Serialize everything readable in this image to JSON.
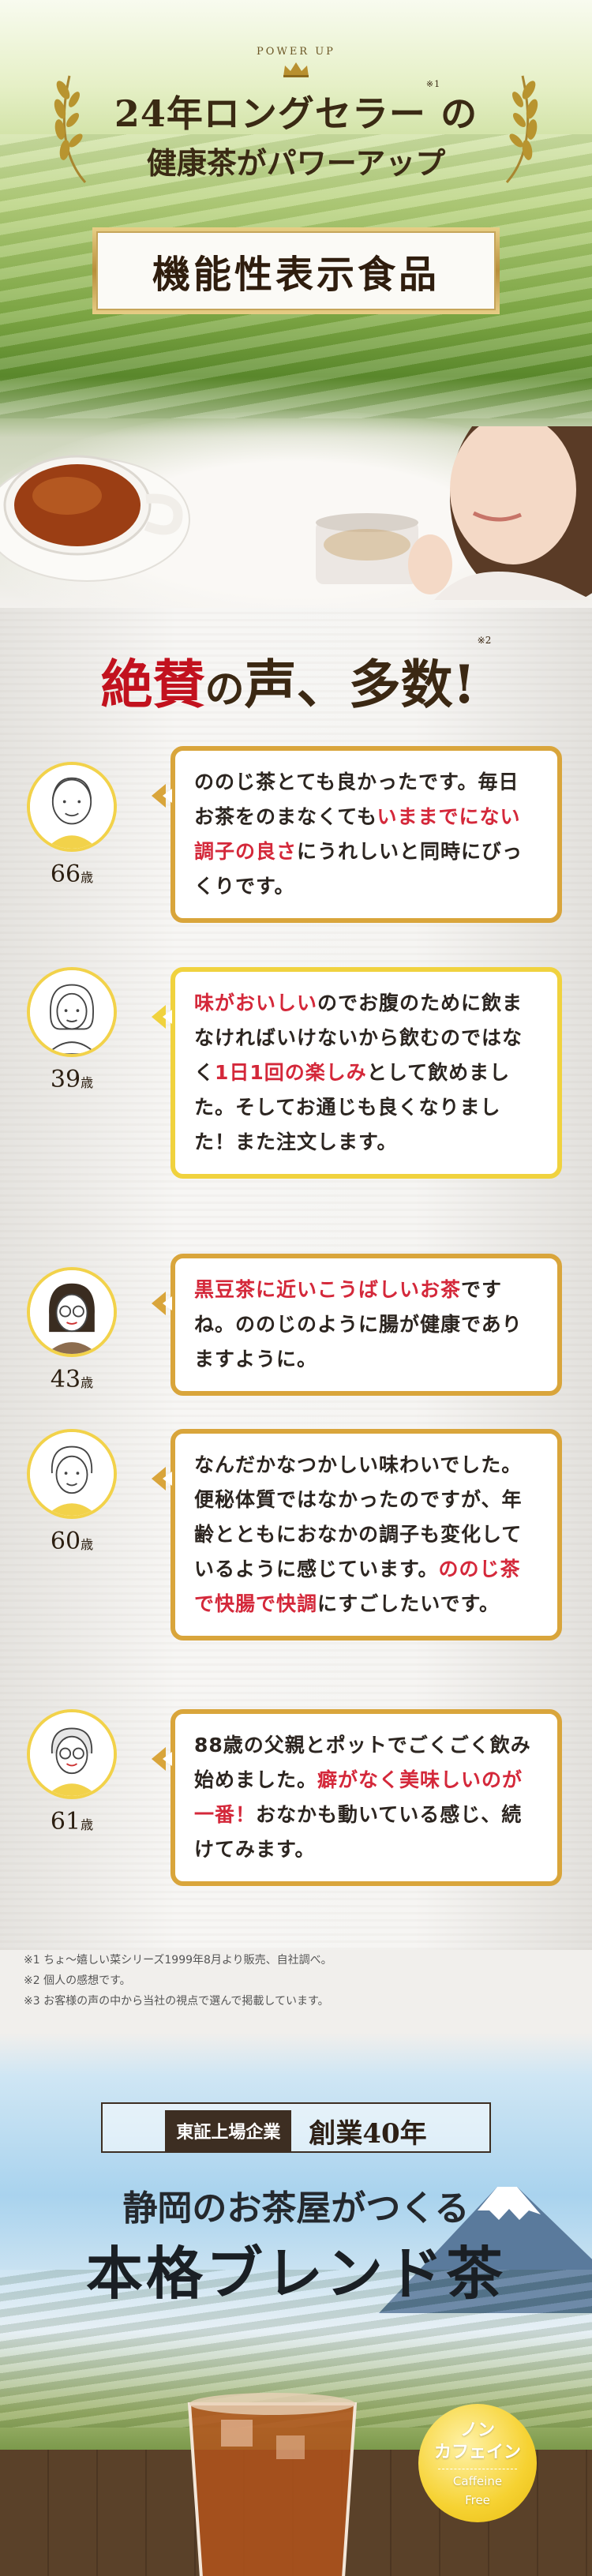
{
  "hero": {
    "power_up": "POWER UP",
    "line1_a": "24",
    "line1_b": "年ロングセラー",
    "line1_note": "※1",
    "line1_c": "の",
    "line2": "健康茶がパワーアップ",
    "badge": "機能性表示食品"
  },
  "voices": {
    "title_red": "絶賛",
    "title_mid1": "の",
    "title_main": "声、多数",
    "title_end": "!",
    "title_note": "※2",
    "items": [
      {
        "age": "66",
        "age_unit": "歳",
        "seg1": "ののじ茶とても良かったです。毎日お茶をのまなくても",
        "seg2": "いままでにない調子の良さ",
        "seg3": "にうれしいと同時にびっくりです。"
      },
      {
        "age": "39",
        "age_unit": "歳",
        "seg1": "",
        "seg2": "味がおいしい",
        "seg3": "のでお腹のために飲まなければいけないから飲むのではなく",
        "seg4": "1日1回の楽しみ",
        "seg5": "として飲めました。そしてお通じも良くなりました！また注文します。"
      },
      {
        "age": "43",
        "age_unit": "歳",
        "seg1": "",
        "seg2": "黒豆茶に近いこうばしいお茶",
        "seg3": "ですね。ののじのように腸が健康でありますように。"
      },
      {
        "age": "60",
        "age_unit": "歳",
        "seg1": "なんだかなつかしい味わいでした。便秘体質ではなかったのですが、年齢とともにおなかの調子も変化しているように感じています。",
        "seg2": "ののじ茶で快腸で快調",
        "seg3": "にすごしたいです。"
      },
      {
        "age": "61",
        "age_unit": "歳",
        "seg1": "88歳の父親とポットでごくごく飲み始めました。",
        "seg2": "癖がなく美味しいのが一番！",
        "seg3": "おなかも動いている感じ、続けてみます。"
      }
    ],
    "footnotes": [
      "※1 ちょ～嬉しい菜シリーズ1999年8月より販売、自社調べ。",
      "※2 個人の感想です。",
      "※3 お客様の声の中から当社の視点で選んで掲載しています。"
    ]
  },
  "banner": {
    "tag": "東証上場企業",
    "founding": "創業40年",
    "line1": "静岡のお茶屋がつくる",
    "line2": "本格ブレンド茶",
    "badge_line1": "ノン",
    "badge_line2": "カフェイン",
    "badge_en1": "Caffeine",
    "badge_en2": "Free"
  },
  "colors": {
    "accent_red": "#c2121e",
    "highlight": "#d4283a",
    "gold_border": "#d9a53b",
    "yellow_border": "#f0d23e"
  }
}
